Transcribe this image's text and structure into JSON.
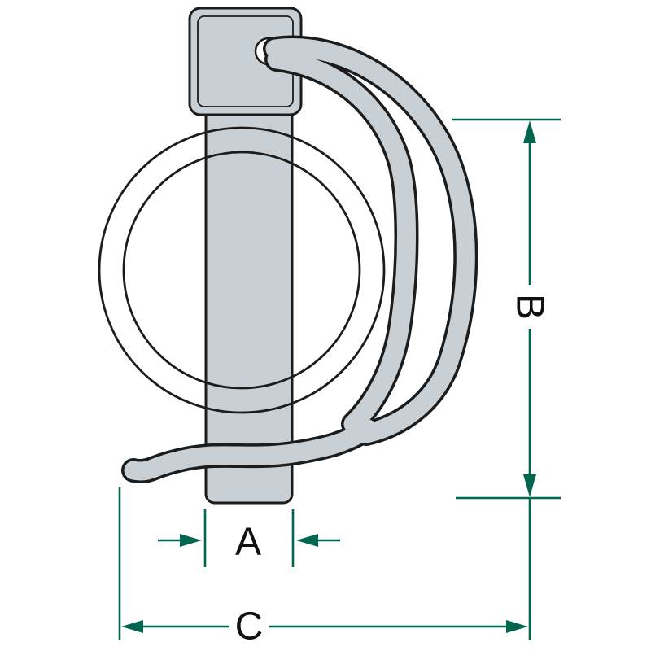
{
  "diagram": {
    "name": "Linch pin technical drawing with dimension annotations",
    "dimension_labels": {
      "a": "A",
      "b": "B",
      "c": "C"
    },
    "colors": {
      "background": "#ffffff",
      "outline": "#1c1c1c",
      "fill": "#c8d0d6",
      "dimension": "#00664f",
      "label": "#111111"
    }
  }
}
